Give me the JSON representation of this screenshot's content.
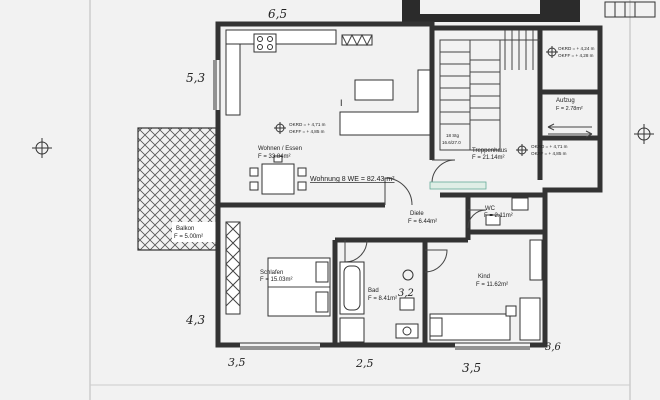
{
  "rooms": {
    "wohnen_name": "Wohnen / Essen",
    "wohnen_area": "F = 33.84m²",
    "wohnung_label": "Wohnung 8 WE = 82.43 m²",
    "treppe_name": "Treppenhaus",
    "treppe_area": "F = 21.14m²",
    "aufzug_name": "Aufzug",
    "aufzug_area": "F = 2.78m²",
    "diele_name": "Diele",
    "diele_area": "F = 6.44m²",
    "wc_name": "WC",
    "wc_area": "F = 2.11m²",
    "schlafen_name": "Schlafen",
    "schlafen_area": "F = 15.03m²",
    "bad_name": "Bad",
    "bad_area": "F = 8.41m²",
    "kind_name": "Kind",
    "kind_area": "F = 11.62m²",
    "balkon_name": "Balkon",
    "balkon_area": "F = 5.00m²"
  },
  "levels": {
    "wohnen_1": "OKRD = + 4,71 m",
    "wohnen_2": "OKFF = + 4,85 m",
    "treppe_1": "OKRD = + 4,71 m",
    "treppe_2": "OKFF = + 4,85 m",
    "top_1": "OKRD = + 4,24 m",
    "top_2": "OKFF = + 4,28 m",
    "stair_note_1": "18 Stg",
    "stair_note_2": "16.6/27.0"
  },
  "handwritten": {
    "top": "6,5",
    "left_upper": "5,3",
    "left_lower": "4,3",
    "bottom_1": "3,5",
    "bottom_2": "2,5",
    "bottom_3": "3,5",
    "bottom_right": "3,6",
    "bad_mark": "3,2"
  }
}
